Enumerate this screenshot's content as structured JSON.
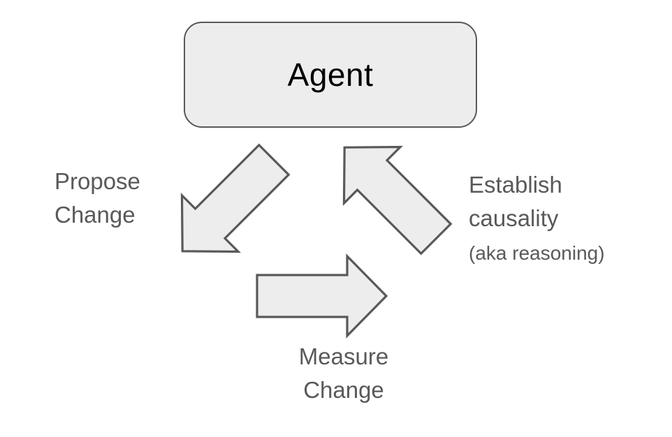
{
  "diagram": {
    "title_node": {
      "label": "Agent"
    },
    "labels": {
      "propose": {
        "line1": "Propose",
        "line2": "Change"
      },
      "measure": {
        "line1": "Measure",
        "line2": "Change"
      },
      "establish": {
        "line1": "Establish",
        "line2": "causality",
        "sub": "(aka reasoning)"
      }
    },
    "arrows": [
      {
        "name": "propose-change-arrow",
        "direction": "down-left",
        "from": "Agent",
        "to": "Measure Change"
      },
      {
        "name": "measure-change-arrow",
        "direction": "right",
        "from": "Propose Change",
        "to": "Establish causality"
      },
      {
        "name": "establish-causality-arrow",
        "direction": "up-left",
        "from": "Measure Change",
        "to": "Agent"
      }
    ],
    "colors": {
      "background": "#ffffff",
      "shape_fill": "#ededed",
      "shape_stroke": "#595959",
      "label_text": "#595959",
      "node_text": "#000000"
    }
  }
}
